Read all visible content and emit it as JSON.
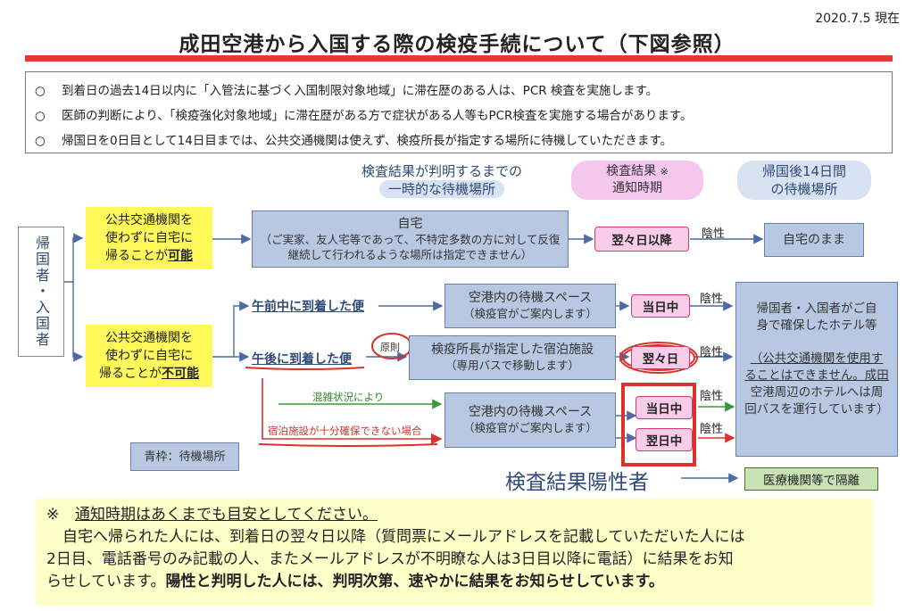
{
  "date": "2020.7.5 現在",
  "title": "成田空港から入国する際の検疫手続について（下図参照）",
  "notes": [
    {
      "marker": "○",
      "text": "到着日の過去14日以内に「入管法に基づく入国制限対象地域」に滞在歴のある人は、PCR 検査を実施します。"
    },
    {
      "marker": "○",
      "text": "医師の判断により、「検疫強化対象地域」に滞在歴がある方で症状がある人等もPCR検査を実施する場合があります。"
    },
    {
      "marker": "○",
      "text": "帰国日を0日目として14日目までは、公共交通機関は使えず、検疫所長が指定する場所に待機していただきます。"
    }
  ],
  "headers": {
    "wait_line1": "検査結果が判明するまでの",
    "wait_line2": "一時的な待機場所",
    "notify_line1": "検査結果",
    "notify_line2": "通知時期",
    "notify_mark": "※",
    "days_line1": "帰国後14日間",
    "days_line2": "の待機場所"
  },
  "person": "帰国者・入国者",
  "branch_possible": {
    "line1": "公共交通機関を",
    "line2": "使わずに自宅に",
    "line3a": "帰ることが",
    "line3b": "可能"
  },
  "branch_impossible": {
    "line1": "公共交通機関を",
    "line2": "使わずに自宅に",
    "line3a": "帰ることが",
    "line3b": "不可能"
  },
  "home": {
    "title": "自宅",
    "line2": "（ご実家、友人宅等であって、不特定多数の方に対して反復",
    "line3": "継続して行われるような場所は指定できません）"
  },
  "morning": "午前中に到着した便",
  "afternoon": "午後に到着した便",
  "principle": "原則",
  "airport1": {
    "line1": "空港内の待機スペース",
    "line2": "（検疫官がご案内します）"
  },
  "hotel": {
    "line1": "検疫所長が指定した宿泊施設",
    "line2": "（専用バスで移動します）"
  },
  "airport2": {
    "line1": "空港内の待機スペース",
    "line2": "（検疫官がご案内します）"
  },
  "congestion": "混雑状況により",
  "no_room": "宿泊施設が十分確保できない場合",
  "notify": {
    "day_after_next": "翌々日以降",
    "same_day1": "当日中",
    "next_next": "翌々日",
    "same_day2": "当日中",
    "next_day": "翌日中"
  },
  "negative": "陰性",
  "stay_home": "自宅のまま",
  "self_hotel": {
    "line1": "帰国者・入国者がご自",
    "line2": "身で確保したホテル等",
    "line3": "（公共交通機関を使用す",
    "line4": "ることはできません。成田",
    "line5": "空港周辺のホテルへは周",
    "line6": "回バスを運行しています）"
  },
  "positive": "検査結果陽性者",
  "hospital": "医療機関等で隔離",
  "legend": "青枠：待機場所",
  "footnote": {
    "mark": "※",
    "heading": "通知時期はあくまでも目安としてください。",
    "line1": "自宅へ帰られた人には、到着日の翌々日以降（質問票にメールアドレスを記載していただいた人には",
    "line2": "2日目、電話番号のみ記載の人、またメールアドレスが不明瞭な人は3日目以降に電話）に結果をお知",
    "line3a": "らせしています。",
    "line3b": "陽性と判明した人には、判明次第、速やかに結果をお知らせしています。"
  },
  "colors": {
    "accent_red": "#e53a2f",
    "wait_blue": "#b9c8e2",
    "branch_yellow": "#fff85a",
    "notify_pink": "#f9cdea",
    "hospital_green": "#c8e2b6"
  }
}
